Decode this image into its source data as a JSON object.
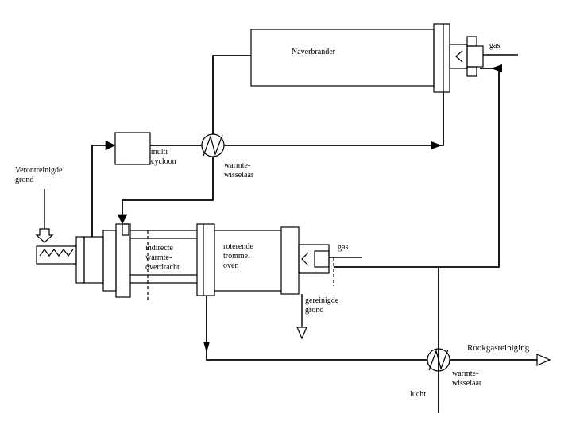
{
  "labels": {
    "naverbrander": "Naverbrander",
    "gas_top": "gas",
    "multi_cycloon_1": "multi",
    "multi_cycloon_2": "cycloon",
    "wt1_1": "warmte-",
    "wt1_2": "wisselaar",
    "verontreinigde_1": "Verontreinigde",
    "verontreinigde_2": "grond",
    "indirecte_1": "indirecte",
    "indirecte_2": "warmte-",
    "indirecte_3": "overdracht",
    "roterende_1": "roterende",
    "roterende_2": "trommel",
    "roterende_3": "oven",
    "gas_mid": "gas",
    "gereinigde_1": "gereinigde",
    "gereinigde_2": "grond",
    "rookgas": "Rookgasreiniging",
    "wt2_1": "warmte-",
    "wt2_2": "wisselaar",
    "lucht": "lucht"
  },
  "colors": {
    "line": "#000000",
    "background": "#ffffff"
  }
}
